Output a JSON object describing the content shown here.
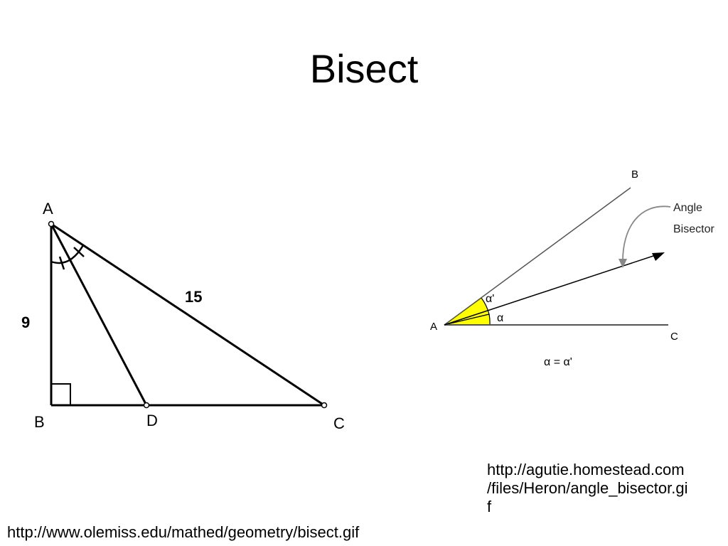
{
  "slide": {
    "title": "Bisect"
  },
  "left_figure": {
    "vertex_labels": {
      "A": "A",
      "B": "B",
      "C": "C",
      "D": "D"
    },
    "side_labels": {
      "AB": "9",
      "AC": "15"
    },
    "caption": "http://www.olemiss.edu/mathed/geometry/bisect.gif"
  },
  "right_figure": {
    "vertex_labels": {
      "A": "A",
      "B": "B",
      "C": "C"
    },
    "pointer_label_line1": "Angle",
    "pointer_label_line2": "Bisector",
    "angle_upper": "α'",
    "angle_lower": "α",
    "equation": "α = α'",
    "angle_fill_color": "#ffff00",
    "caption_line1": "http://agutie.homestead.com",
    "caption_line2": "/files/Heron/angle_bisector.gi",
    "caption_line3": "f"
  }
}
